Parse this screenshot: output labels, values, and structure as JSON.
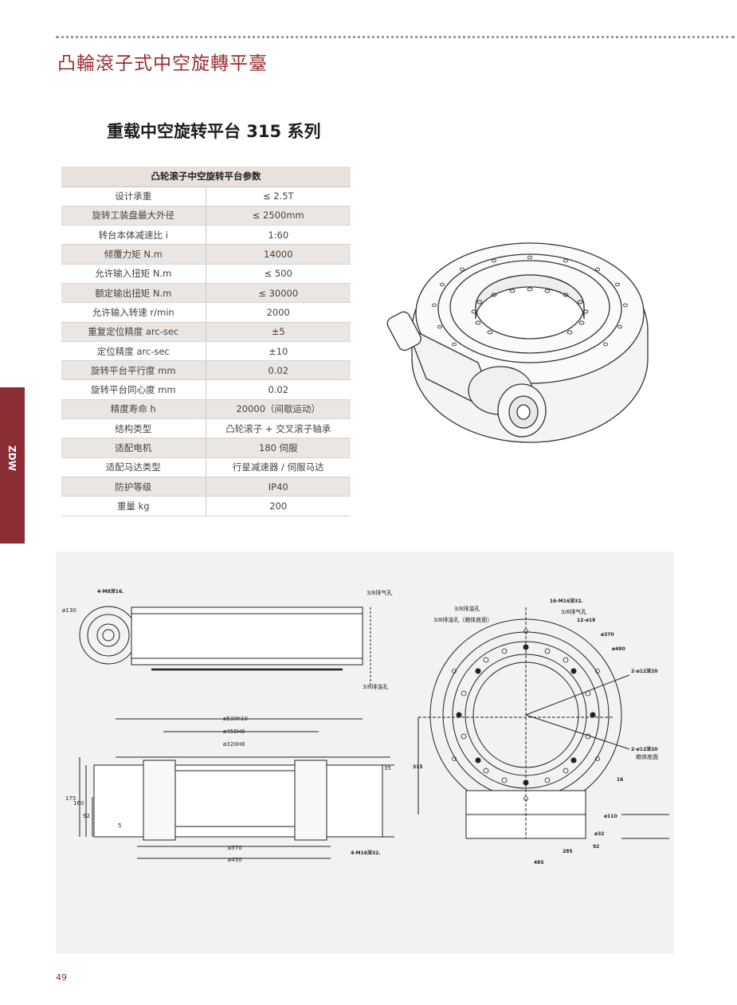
{
  "header": {
    "title": "凸輪滾子式中空旋轉平臺"
  },
  "series_title": "重载中空旋转平台 315 系列",
  "table": {
    "header": "凸轮滚子中空旋转平台参数",
    "rows": [
      {
        "k": "设计承重",
        "v": "≤ 2.5T"
      },
      {
        "k": "旋转工装盘最大外径",
        "v": "≤ 2500mm"
      },
      {
        "k": "转台本体减速比 i",
        "v": "1:60"
      },
      {
        "k": "倾覆力矩 N.m",
        "v": "14000"
      },
      {
        "k": "允许输入扭矩 N.m",
        "v": "≤ 500"
      },
      {
        "k": "额定输出扭矩 N.m",
        "v": "≤ 30000"
      },
      {
        "k": "允许输入转速 r/min",
        "v": "2000"
      },
      {
        "k": "重复定位精度 arc-sec",
        "v": "±5"
      },
      {
        "k": "定位精度 arc-sec",
        "v": "±10"
      },
      {
        "k": "旋转平台平行度 mm",
        "v": "0.02"
      },
      {
        "k": "旋转平台同心度 mm",
        "v": "0.02"
      },
      {
        "k": "精度寿命 h",
        "v": "20000（间歇运动）"
      },
      {
        "k": "结构类型",
        "v": "凸轮滚子 + 交叉滚子轴承"
      },
      {
        "k": "适配电机",
        "v": "180 伺服"
      },
      {
        "k": "适配马达类型",
        "v": "行星减速器 / 伺服马达"
      },
      {
        "k": "防护等级",
        "v": "IP40"
      },
      {
        "k": "重量 kg",
        "v": "200"
      }
    ]
  },
  "side_tab": "ZDW",
  "drawing": {
    "top_left": {
      "bolt": "4-M8深16.",
      "dia130": "ø130",
      "vent": "3/8排气孔",
      "drain": "3/8排油孔"
    },
    "front": {
      "d530": "ø530h10",
      "d455": "ø455H8",
      "d320": "ø320H8",
      "h35": "35",
      "h175": "175",
      "h160": "160",
      "h92": "92",
      "h5": "5",
      "d370": "ø370",
      "d430": "ø430",
      "bolt": "4-M16深32."
    },
    "top_right": {
      "bolt16": "16-M16深32.",
      "oil1": "3/8排油孔",
      "oil2": "3/8排气孔",
      "oil3": "3/8排油孔（箱体底面）",
      "bolt12": "12-ø18",
      "d370": "ø370",
      "d480": "ø480",
      "pin1": "2-ø12深20",
      "pin2": "2-ø12深20",
      "pin_note": "箱体底面",
      "h315": "315",
      "w16": "16",
      "d110": "ø110",
      "d32": "ø32",
      "w92": "92",
      "w285": "285",
      "w485": "485"
    }
  },
  "page_number": "49",
  "colors": {
    "brand": "#9b2c33",
    "tab": "#8b2d34",
    "shade": "#ece6e2"
  }
}
